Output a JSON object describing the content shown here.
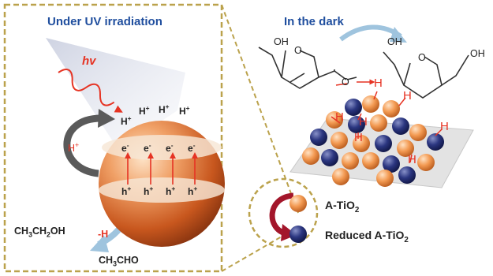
{
  "left_panel": {
    "title": "Under UV irradiation",
    "light_label": "hv",
    "protons_top": [
      "H",
      "H",
      "H",
      "H"
    ],
    "proton_charge": "+",
    "electron": "e",
    "electron_charge": "-",
    "hole": "h",
    "hole_charge": "+",
    "proton_transfer": {
      "label": "H",
      "charge": "+"
    },
    "reactant": {
      "a": "CH",
      "a_sub": "3",
      "b": "CH",
      "b_sub": "2",
      "c": "OH"
    },
    "abstraction_label": "-H",
    "product": {
      "a": "CH",
      "a_sub": "3",
      "b": "CHO"
    }
  },
  "right_panel": {
    "title": "In the dark",
    "oh_label": "OH",
    "o_label": "O",
    "hydrogen_label": "H"
  },
  "legend": {
    "item1": {
      "text": "A-TiO",
      "sub": "2"
    },
    "item2": {
      "text": "Reduced A-TiO",
      "sub": "2"
    }
  },
  "colors": {
    "frame": "#bba24c",
    "title_blue": "#1f4e9e",
    "red_accent": "#e63323",
    "orange": "#f39a52",
    "navy": "#1f2a6b",
    "arrow_gray": "#5a5a5a",
    "arrow_blue": "#9fc4de",
    "arrow_darkred": "#a3162b"
  }
}
